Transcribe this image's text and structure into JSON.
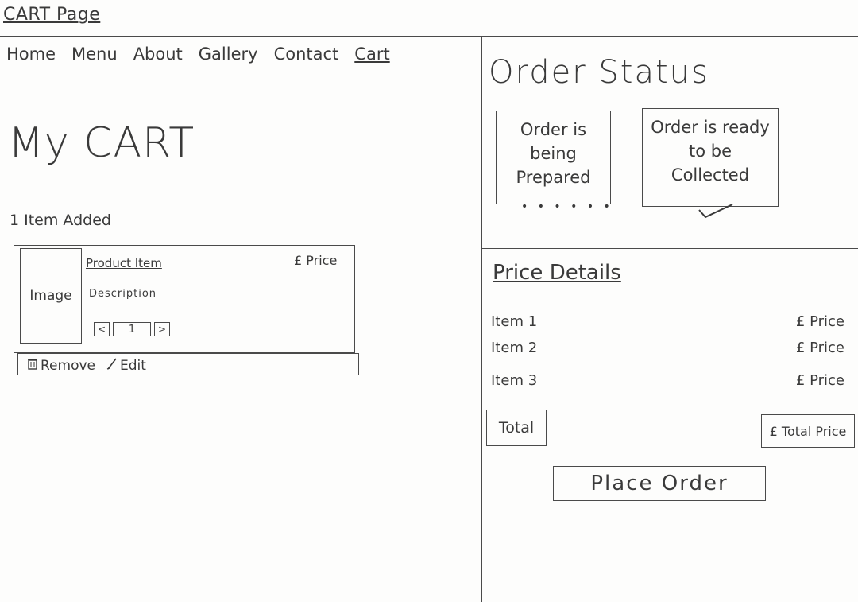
{
  "page_title": "CART Page",
  "nav": {
    "items": [
      {
        "label": "Home",
        "active": false
      },
      {
        "label": "Menu",
        "active": false
      },
      {
        "label": "About",
        "active": false
      },
      {
        "label": "Gallery",
        "active": false
      },
      {
        "label": "Contact",
        "active": false
      },
      {
        "label": "Cart",
        "active": true
      }
    ]
  },
  "cart": {
    "heading": "My CART",
    "items_added": "1 Item Added",
    "item": {
      "image_label": "Image",
      "name": "Product Item",
      "price": "£ Price",
      "description": "Description",
      "qty_decrease": "<",
      "qty_value": "1",
      "qty_increase": ">"
    },
    "actions": {
      "remove_label": "Remove",
      "edit_label": "Edit"
    }
  },
  "order_status": {
    "heading": "Order Status",
    "being_prepared": "Order is being Prepared",
    "ready": "Order is ready to be Collected"
  },
  "price_details": {
    "heading": "Price Details",
    "rows": [
      {
        "label": "Item 1",
        "price": "£ Price"
      },
      {
        "label": "Item 2",
        "price": "£ Price"
      },
      {
        "label": "Item 3",
        "price": "£ Price"
      }
    ],
    "total_label": "Total",
    "total_price": "£ Total Price",
    "place_order": "Place Order"
  }
}
